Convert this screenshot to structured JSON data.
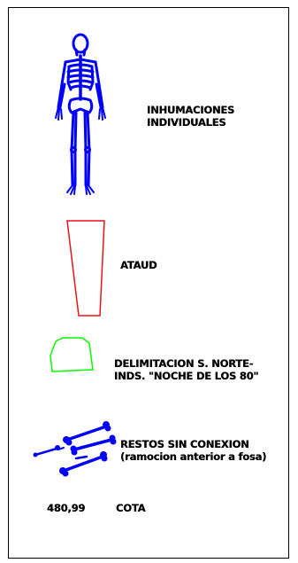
{
  "legend": {
    "items": [
      {
        "id": "burials",
        "lines": [
          "INHUMACIONES",
          "INDIVIDUALES"
        ],
        "color": "#0000ff",
        "icon": "skeleton-icon"
      },
      {
        "id": "coffin",
        "lines": [
          "ATAUD"
        ],
        "color": "#e8141b",
        "icon": "coffin-icon"
      },
      {
        "id": "delimitation",
        "lines": [
          "DELIMITACION S. NORTE-",
          "INDS. \"NOCHE DE LOS 80\""
        ],
        "color": "#00ff00",
        "icon": "polygon-outline-icon"
      },
      {
        "id": "loose-remains",
        "lines": [
          "RESTOS SIN CONEXION",
          "(ramocion anterior a fosa)"
        ],
        "color": "#0000ff",
        "icon": "scattered-bones-icon"
      },
      {
        "id": "elevation",
        "value": "480,99",
        "lines": [
          "COTA"
        ],
        "color": "#000000"
      }
    ]
  }
}
